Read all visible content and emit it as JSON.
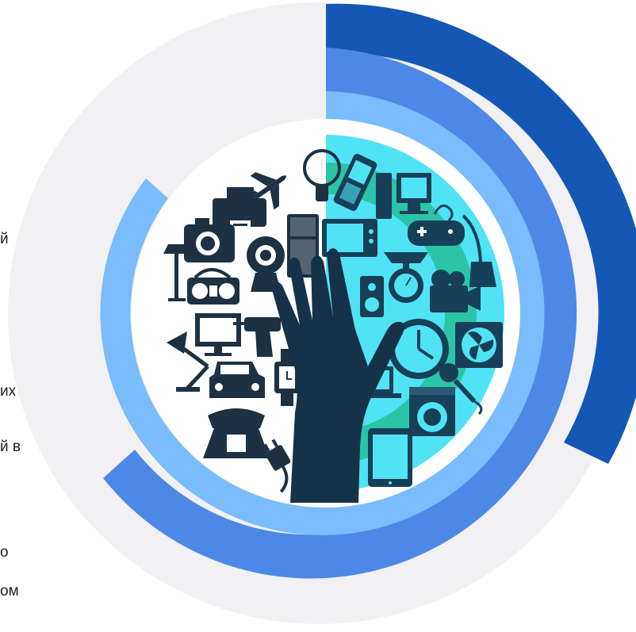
{
  "text_fragments": [
    "й",
    "их",
    "й в",
    "о",
    "ом"
  ],
  "colors": {
    "background": "#ffffff",
    "disc": "#f1f1f3",
    "arc_outer": "#1557b5",
    "arc_middle": "#4d88e6",
    "arc_inner": "#7abcfc",
    "inner_bg": "#ffffff",
    "cyan_half": "#4fe3f5",
    "teal_ring": "#2bc4a6",
    "icon_dark": "#1d3143",
    "icon_teal": "#173f58",
    "hand": "#163248",
    "text": "#222222"
  },
  "icons": [
    "airplane-icon",
    "lightbulb-icon",
    "mobile-phone-icon",
    "desktop-computer-icon",
    "printer-icon",
    "game-controller-icon",
    "camera-icon",
    "refrigerator-icon",
    "television-icon",
    "webcam-icon",
    "floor-lamp-icon",
    "radio-icon",
    "kitchen-scale-icon",
    "vacuum-cleaner-icon",
    "video-camera-icon",
    "speaker-icon",
    "monitor-icon",
    "drill-icon",
    "clock-icon",
    "fan-icon",
    "desk-lamp-icon",
    "car-icon",
    "wristwatch-icon",
    "laptop-icon",
    "microphone-icon",
    "washing-machine-icon",
    "telephone-icon",
    "tablet-icon",
    "plug-icon",
    "hand-icon"
  ]
}
